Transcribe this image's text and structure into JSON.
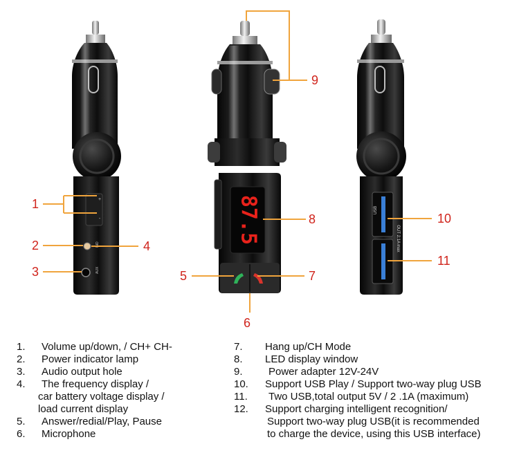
{
  "callouts": {
    "c1": "1",
    "c2": "2",
    "c3": "3",
    "c4": "4",
    "c5": "5",
    "c6": "6",
    "c7": "7",
    "c8": "8",
    "c9": "9",
    "c10": "10",
    "c11": "11"
  },
  "device": {
    "display_text": "87.5",
    "usb_label": "USB",
    "out_label": "OUT 2.1A max",
    "button_plus": "+",
    "button_minus": "-",
    "label_ind": "IND",
    "label_aux": "AUX"
  },
  "colors": {
    "callout_line": "#f0a43c",
    "callout_text": "#d0241c",
    "led": "#e8221b",
    "usb_port": "#3a7fd6",
    "answer": "#2fb35a",
    "hangup": "#d8342c",
    "body": "#151515"
  },
  "features_left": [
    {
      "num": "1.",
      "text": "Volume up/down, / CH+ CH-"
    },
    {
      "num": "2.",
      "text": "Power indicator lamp"
    },
    {
      "num": "3.",
      "text": "Audio output hole"
    },
    {
      "num": "4.",
      "text": "The frequency display /"
    },
    {
      "num": "",
      "text": "car battery voltage display /"
    },
    {
      "num": "",
      "text": "load current display"
    },
    {
      "num": "5.",
      "text": "Answer/redial/Play, Pause"
    },
    {
      "num": "6.",
      "text": "Microphone"
    }
  ],
  "features_right": [
    {
      "num": "7.",
      "text": "Hang up/CH Mode"
    },
    {
      "num": "8.",
      "text": "LED display window"
    },
    {
      "num": "9.",
      "text": "Power adapter 12V-24V"
    },
    {
      "num": "10.",
      "text": "Support USB Play / Support two-way plug USB"
    },
    {
      "num": "11.",
      "text": "Two USB,total output 5V / 2 .1A (maximum)"
    },
    {
      "num": "12.",
      "text": "Support charging intelligent recognition/"
    },
    {
      "num": "",
      "text": "Support two-way plug USB(it is recommended"
    },
    {
      "num": "",
      "text": "to charge the device, using this USB interface)"
    }
  ]
}
